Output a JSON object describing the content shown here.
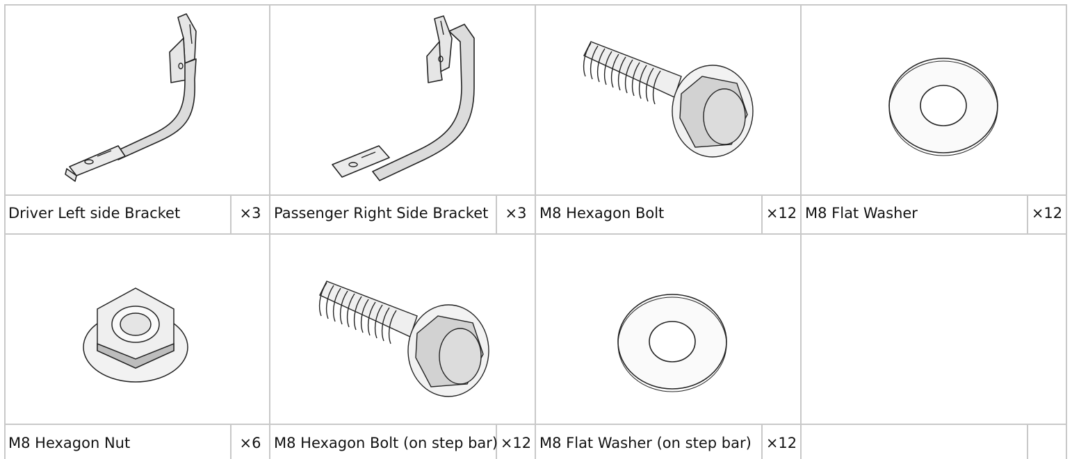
{
  "parts": [
    {
      "name": "Driver Left side Bracket",
      "qty": "×3",
      "icon": "driver-left-bracket-icon"
    },
    {
      "name": "Passenger Right Side Bracket",
      "qty": "×3",
      "icon": "passenger-right-bracket-icon"
    },
    {
      "name": "M8 Hexagon Bolt",
      "qty": "×12",
      "icon": "hex-bolt-icon"
    },
    {
      "name": "M8 Flat Washer",
      "qty": "×12",
      "icon": "flat-washer-icon"
    },
    {
      "name": "M8 Hexagon Nut",
      "qty": "×6",
      "icon": "hex-nut-icon"
    },
    {
      "name": "M8 Hexagon Bolt (on step bar)",
      "qty": "×12",
      "icon": "hex-bolt-icon"
    },
    {
      "name": "M8 Flat Washer (on step bar)",
      "qty": "×12",
      "icon": "flat-washer-icon"
    }
  ]
}
